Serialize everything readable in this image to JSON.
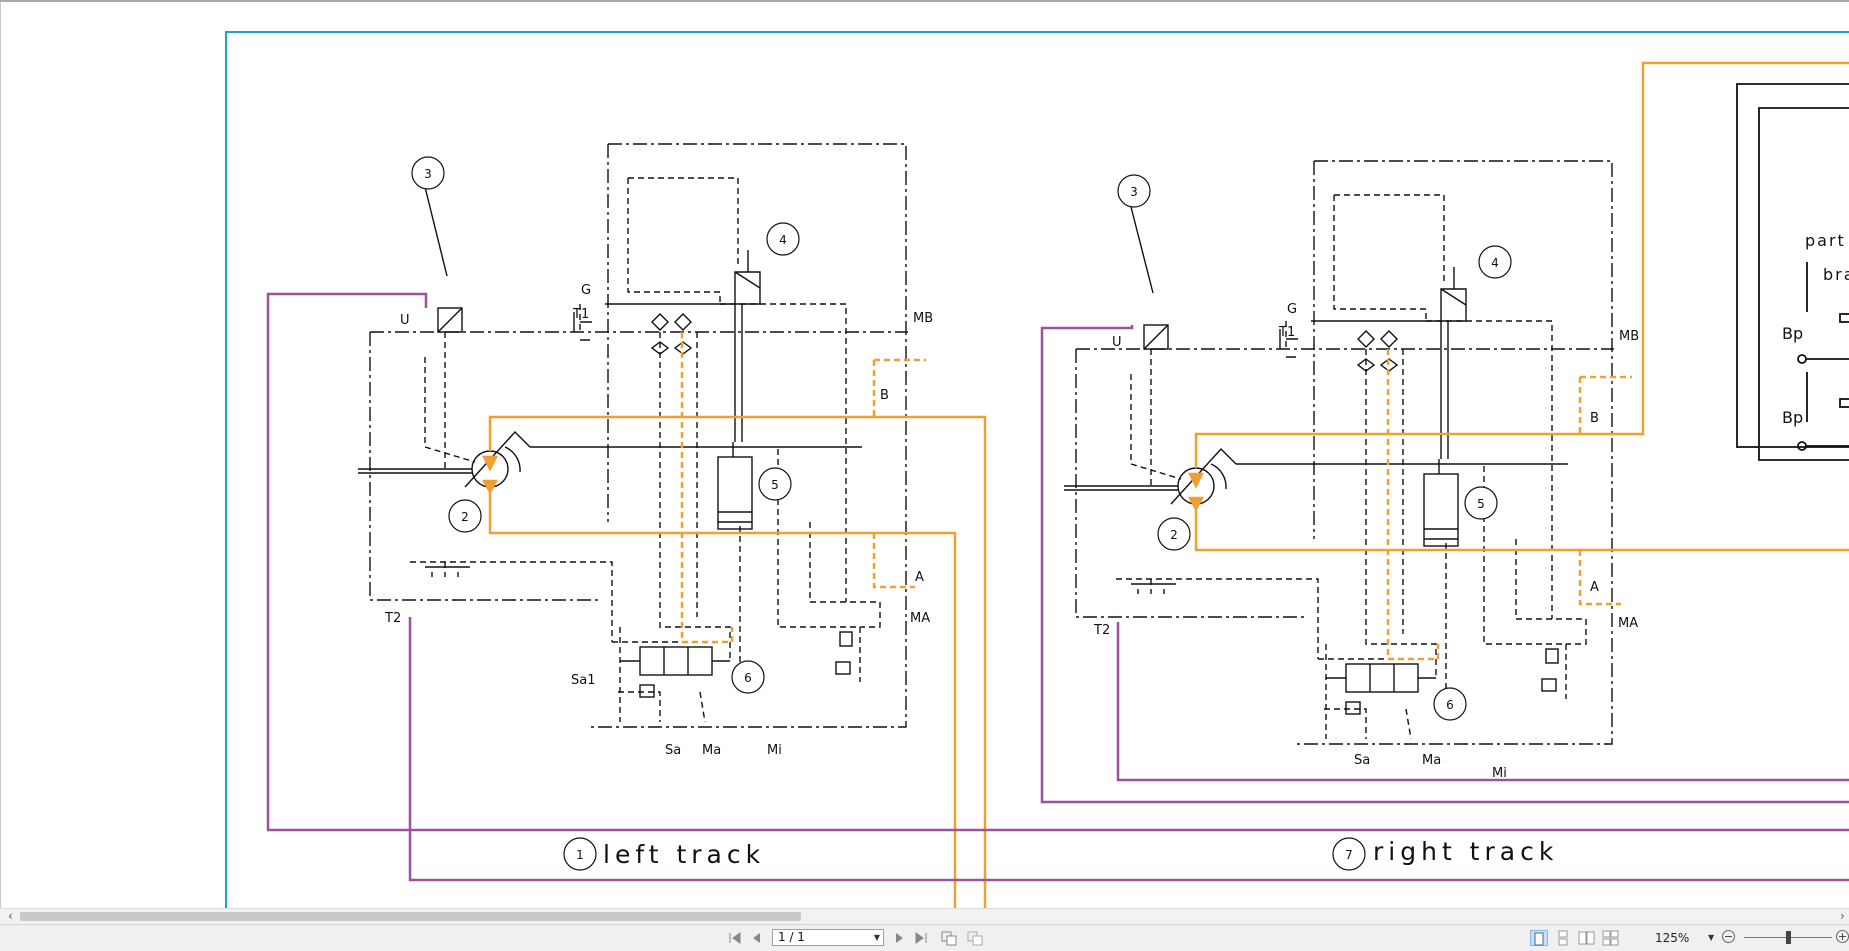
{
  "drawing": {
    "left_section": {
      "title_number": "1",
      "title": "left track",
      "callouts": [
        "3",
        "4",
        "2",
        "5",
        "6"
      ],
      "port_labels": [
        "U",
        "G",
        "T1",
        "MB",
        "B",
        "A",
        "MA",
        "T2",
        "Sa1",
        "Sa",
        "Ma",
        "Mi"
      ]
    },
    "right_section": {
      "title_number": "7",
      "title": "right track",
      "callouts": [
        "3",
        "4",
        "2",
        "5",
        "6"
      ],
      "port_labels": [
        "U",
        "G",
        "T1",
        "MB",
        "B",
        "A",
        "MA",
        "T2",
        "Sa",
        "Ma",
        "Mi"
      ]
    },
    "partial_box": {
      "text_line1": "part",
      "text_line2": "bra",
      "port_labels": [
        "Bp",
        "Bp"
      ]
    },
    "colors": {
      "frame": "#1ca3c9",
      "hydraulic_orange": "#f0a030",
      "pilot_purple": "#a0509a",
      "line_black": "#111111"
    }
  },
  "scrollbar": {
    "left_arrow": "‹",
    "right_arrow": "›"
  },
  "statusbar": {
    "first_page_icon": "first-page-icon",
    "prev_page_icon": "prev-page-icon",
    "page_indicator": "1 / 1",
    "next_page_icon": "next-page-icon",
    "last_page_icon": "last-page-icon",
    "zoom_level": "125%",
    "zoom_out_symbol": "−",
    "zoom_in_symbol": "+"
  }
}
